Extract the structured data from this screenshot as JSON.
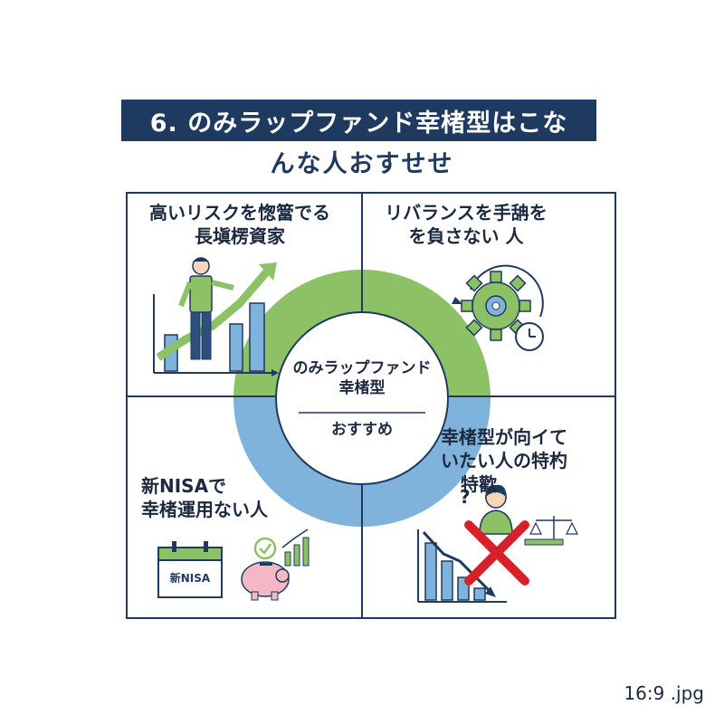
{
  "title": {
    "line1": "6. のみラップファンド幸楮型はこな",
    "line2": "んな人おすせせ"
  },
  "center": {
    "line1": "のみラップファンド",
    "line2": "幸楮型",
    "line3": "おすすめ"
  },
  "quadrants": {
    "top_left": {
      "line1": "高いリスクを愡簹でる",
      "line2": "長塡楞資家"
    },
    "top_right": {
      "line1": "リバランスを手舑を",
      "line2": "を負さない 人"
    },
    "bottom_left": {
      "line1": "新NISAで",
      "line2": "幸楮運用ない人",
      "badge": "新NISA"
    },
    "bottom_right": {
      "line1": "幸楮型が向イて",
      "line2": "いたい人の特杓",
      "line3": "特歡",
      "question_mark": "?"
    }
  },
  "footer": "16:9 .jpg",
  "colors": {
    "navy": "#1e3a5f",
    "green": "#8cc265",
    "blue": "#7fb3dc",
    "red": "#d8202a",
    "pink": "#f4b8c4"
  }
}
